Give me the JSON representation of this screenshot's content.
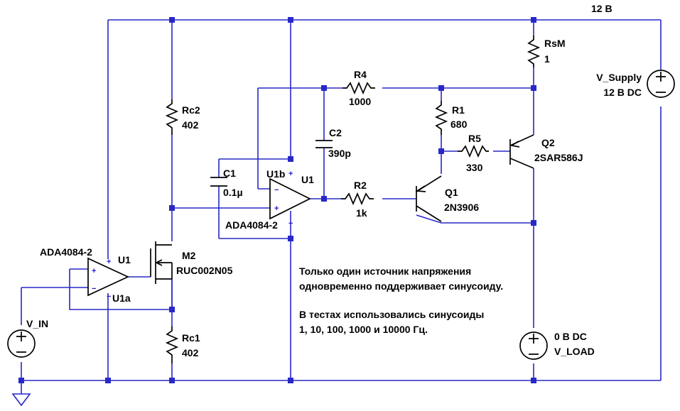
{
  "net_label": "12 В",
  "colors": {
    "wire": "#2828c8",
    "component": "#000000",
    "node": "#2828c8",
    "background": "#ffffff"
  },
  "components": {
    "rsm": {
      "name": "RsM",
      "value": "1"
    },
    "vsupply": {
      "name": "V_Supply",
      "value": "12 В DC"
    },
    "r4": {
      "name": "R4",
      "value": "1000"
    },
    "r1": {
      "name": "R1",
      "value": "680"
    },
    "r5": {
      "name": "R5",
      "value": "330"
    },
    "q2": {
      "name": "Q2",
      "value": "2SAR586J"
    },
    "c2": {
      "name": "C2",
      "value": "390p"
    },
    "rc2": {
      "name": "Rc2",
      "value": "402"
    },
    "c1": {
      "name": "C1",
      "value": "0.1µ"
    },
    "u1b": {
      "name": "U1b",
      "ref": "U1",
      "value": "ADA4084-2"
    },
    "r2": {
      "name": "R2",
      "value": "1k"
    },
    "q1": {
      "name": "Q1",
      "value": "2N3906"
    },
    "m2": {
      "name": "M2",
      "value": "RUC002N05"
    },
    "u1a": {
      "name": "U1a",
      "ref": "U1",
      "value": "ADA4084-2"
    },
    "vin": {
      "name": "V_IN"
    },
    "rc1": {
      "name": "Rc1",
      "value": "402"
    },
    "vload": {
      "name": "V_LOAD",
      "value": "0 В DC"
    }
  },
  "notes": {
    "line1": "Только один источник напряжения",
    "line2": "одновременно поддерживает синусоиду.",
    "line3": "В тестах использовались синусоиды",
    "line4": "1, 10, 100, 1000 и 10000 Гц."
  },
  "pins": {
    "plus": "+",
    "minus": "−"
  }
}
